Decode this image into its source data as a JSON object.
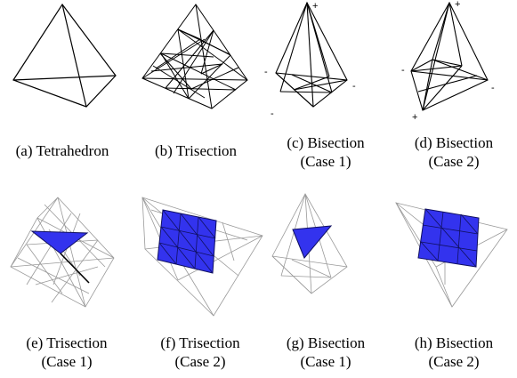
{
  "panels": [
    {
      "id": "a",
      "caption": [
        "(a) Tetrahedron"
      ]
    },
    {
      "id": "b",
      "caption": [
        "(b) Trisection"
      ]
    },
    {
      "id": "c",
      "caption": [
        "(c) Bisection",
        "(Case 1)"
      ],
      "signs": [
        "+",
        "-",
        "-",
        "-"
      ]
    },
    {
      "id": "d",
      "caption": [
        "(d) Bisection",
        "(Case 2)"
      ],
      "signs": [
        "+",
        "-",
        "-",
        "+"
      ]
    },
    {
      "id": "e",
      "caption": [
        "(e) Trisection",
        "(Case 1)"
      ]
    },
    {
      "id": "f",
      "caption": [
        "(f) Trisection",
        "(Case 2)"
      ]
    },
    {
      "id": "g",
      "caption": [
        "(g) Bisection",
        "(Case 1)"
      ]
    },
    {
      "id": "h",
      "caption": [
        "(h) Bisection",
        "(Case 2)"
      ]
    }
  ],
  "colors": {
    "edge": "#000000",
    "light_edge": "#9a9a9a",
    "fill": "#3333ee",
    "fill_edge": "#101060"
  }
}
